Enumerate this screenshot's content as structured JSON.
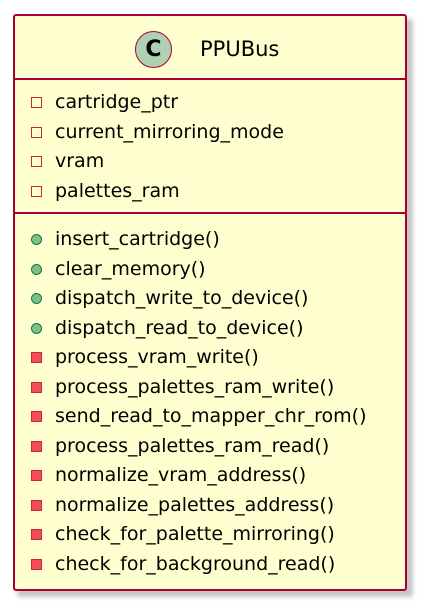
{
  "diagram": {
    "class_name": "PPUBus",
    "stereotype_letter": "C",
    "colors": {
      "box_fill": "#fefece",
      "border": "#a80036",
      "badge_fill": "#add1b2",
      "private_field_border": "#c82930",
      "public_method_fill": "#84be84",
      "private_method_fill": "#f24d5c"
    },
    "fields": [
      {
        "visibility": "private",
        "name": "cartridge_ptr"
      },
      {
        "visibility": "private",
        "name": "current_mirroring_mode"
      },
      {
        "visibility": "private",
        "name": "vram"
      },
      {
        "visibility": "private",
        "name": "palettes_ram"
      }
    ],
    "methods": [
      {
        "visibility": "public",
        "name": "insert_cartridge()"
      },
      {
        "visibility": "public",
        "name": "clear_memory()"
      },
      {
        "visibility": "public",
        "name": "dispatch_write_to_device()"
      },
      {
        "visibility": "public",
        "name": "dispatch_read_to_device()"
      },
      {
        "visibility": "private",
        "name": "process_vram_write()"
      },
      {
        "visibility": "private",
        "name": "process_palettes_ram_write()"
      },
      {
        "visibility": "private",
        "name": "send_read_to_mapper_chr_rom()"
      },
      {
        "visibility": "private",
        "name": "process_palettes_ram_read()"
      },
      {
        "visibility": "private",
        "name": "normalize_vram_address()"
      },
      {
        "visibility": "private",
        "name": "normalize_palettes_address()"
      },
      {
        "visibility": "private",
        "name": "check_for_palette_mirroring()"
      },
      {
        "visibility": "private",
        "name": "check_for_background_read()"
      }
    ]
  }
}
